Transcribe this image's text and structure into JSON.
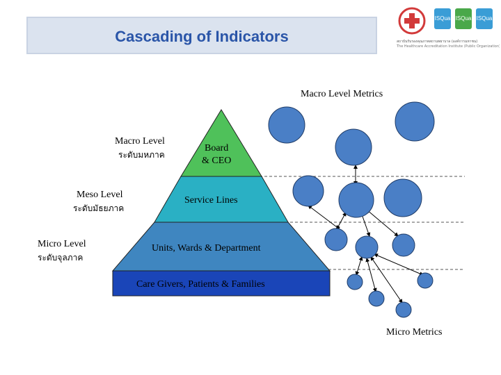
{
  "title": "Cascading of Indicators",
  "logos": {
    "iso_badges": [
      "ISQua",
      "ISQua",
      "ISQua"
    ],
    "org_name_th": "สถาบันรับรองคุณภาพสถานพยาบาล (องค์การมหาชน)",
    "org_name_en": "The Healthcare Accreditation Institute (Public Organization)"
  },
  "levels": {
    "macro": {
      "en": "Macro Level",
      "th": "ระดับมหภาค"
    },
    "meso": {
      "en": "Meso Level",
      "th": "ระดับมัธยภาค"
    },
    "micro": {
      "en": "Micro Level",
      "th": "ระดับจุลภาค"
    }
  },
  "pyramid": {
    "tier1_line1": "Board",
    "tier1_line2": "& CEO",
    "tier2": "Service Lines",
    "tier3": "Units, Wards & Department",
    "tier4": "Care Givers, Patients & Families",
    "colors": [
      "#4fc15a",
      "#2ab0c4",
      "#3f86c0",
      "#1a45b8"
    ]
  },
  "metrics": {
    "macro_label": "Macro Level Metrics",
    "micro_label": "Micro Metrics",
    "node_color": "#4a7fc6"
  }
}
